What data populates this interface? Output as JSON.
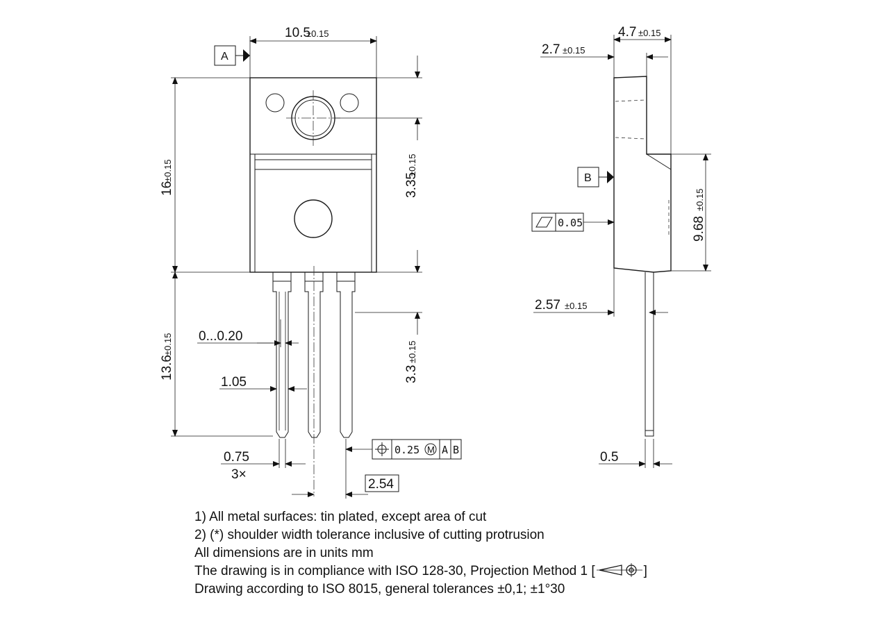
{
  "front_view": {
    "width_dim": {
      "value": "10.5",
      "tol": "±0.15"
    },
    "height_dim": {
      "value": "16",
      "tol": "±0.15"
    },
    "hole_dim": {
      "value": "3.35",
      "tol": "±0.15"
    },
    "lead_length_dim": {
      "value": "13.6",
      "tol": "±0.15"
    },
    "lead_shoulder_dim": {
      "value": "3.3",
      "tol": "±0.15"
    },
    "shoulder_range": "0...0.20",
    "shoulder_width": "1.05",
    "lead_width": "0.75",
    "lead_count": "3×",
    "pitch": "2.54",
    "datum_a": "A",
    "position_tol": {
      "value": "0.25",
      "modifier": "M",
      "datum1": "A",
      "datum2": "B"
    }
  },
  "side_view": {
    "thickness_dim": {
      "value": "4.7",
      "tol": "±0.15"
    },
    "tab_dim": {
      "value": "2.7",
      "tol": "±0.15"
    },
    "body_dim": {
      "value": "9.68",
      "tol": "±0.15"
    },
    "lead_offset_dim": {
      "value": "2.57",
      "tol": "±0.15"
    },
    "lead_thickness": "0.5",
    "datum_b": "B",
    "flatness_tol": "0.05"
  },
  "notes": [
    "1) All metal surfaces: tin plated, except area of cut",
    "2) (*) shoulder width tolerance inclusive of cutting protrusion",
    "All dimensions are in units mm",
    "The drawing is in compliance with ISO 128-30, Projection Method 1 [",
    "]",
    "Drawing according to ISO 8015, general tolerances ±0,1; ±1°30"
  ],
  "icons": {
    "projection": "first-angle-projection-icon"
  }
}
